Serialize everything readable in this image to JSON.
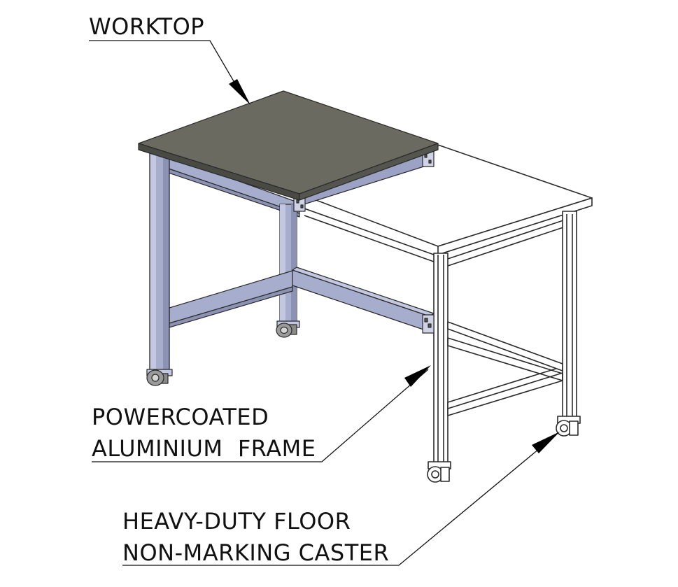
{
  "callouts": {
    "worktop": "WORKTOP",
    "frame_line1": "POWERCOATED",
    "frame_line2": "ALUMINIUM  FRAME",
    "caster_line1": "HEAVY-DUTY FLOOR",
    "caster_line2": "NON-MARKING CASTER"
  },
  "colors": {
    "worktop_top": "#6b6a61",
    "worktop_edge": "#4a4a44",
    "frame_light": "#c3c8e0",
    "frame_mid": "#a7adcc",
    "frame_dark": "#8c92b4",
    "outline": "#2a2a2a",
    "caster_metal": "#9a9a9a"
  }
}
